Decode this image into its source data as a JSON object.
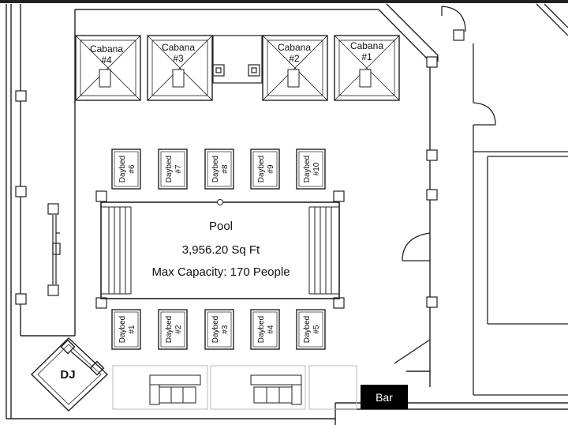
{
  "plan": {
    "cabanas": [
      {
        "name": "Cabana",
        "num": "#4"
      },
      {
        "name": "Cabana",
        "num": "#3"
      },
      {
        "name": "Cabana",
        "num": "#2"
      },
      {
        "name": "Cabana",
        "num": "#1"
      }
    ],
    "daybeds_top": [
      {
        "name": "Daybed",
        "num": "#6"
      },
      {
        "name": "Daybed",
        "num": "#7"
      },
      {
        "name": "Daybed",
        "num": "#8"
      },
      {
        "name": "Daybed",
        "num": "#9"
      },
      {
        "name": "Daybed",
        "num": "#10"
      }
    ],
    "daybeds_bottom": [
      {
        "name": "Daybed",
        "num": "#1"
      },
      {
        "name": "Daybed",
        "num": "#2"
      },
      {
        "name": "Daybed",
        "num": "#3"
      },
      {
        "name": "Daybed",
        "num": "#4"
      },
      {
        "name": "Daybed",
        "num": "#5"
      }
    ],
    "pool": {
      "title": "Pool",
      "area": "3,956.20 Sq Ft",
      "capacity": "Max Capacity:  170 People"
    },
    "dj": "DJ",
    "bar": "Bar"
  },
  "colors": {
    "line": "#222222",
    "bar_fill": "#000000",
    "background": "#ffffff"
  }
}
